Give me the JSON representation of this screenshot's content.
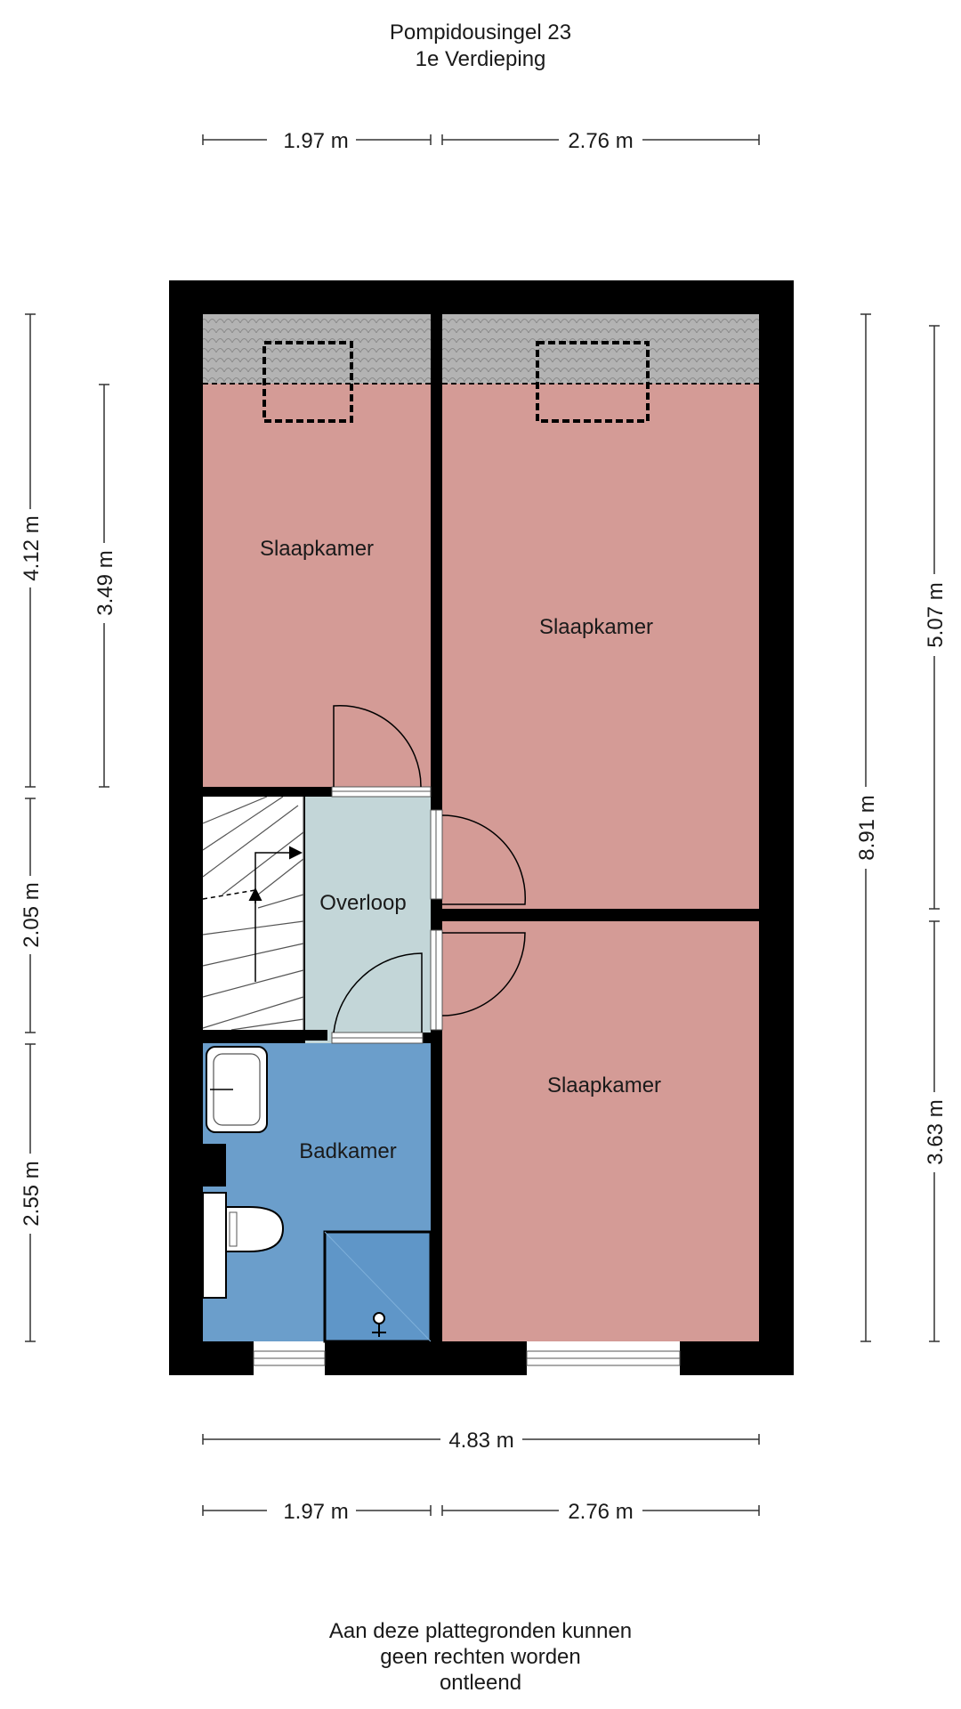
{
  "header": {
    "address": "Pompidousingel 23",
    "floor": "1e Verdieping"
  },
  "rooms": {
    "bedroom_1": "Slaapkamer",
    "bedroom_2": "Slaapkamer",
    "bedroom_3": "Slaapkamer",
    "landing": "Overloop",
    "bathroom": "Badkamer"
  },
  "dimensions": {
    "top_left": "1.97 m",
    "top_right": "2.76 m",
    "bottom_total": "4.83 m",
    "bottom_left": "1.97 m",
    "bottom_right": "2.76 m",
    "left_outer_top": "4.12 m",
    "left_outer_mid": "2.05 m",
    "left_outer_bottom": "2.55 m",
    "left_inner": "3.49 m",
    "right_total": "8.91 m",
    "right_outer_top": "5.07 m",
    "right_outer_bottom": "3.63 m"
  },
  "disclaimer": {
    "line1": "Aan deze plattegronden kunnen",
    "line2": "geen rechten worden",
    "line3": "ontleend"
  },
  "colors": {
    "wall": "#000000",
    "bedroom": "#d49b96",
    "landing": "#c3d6d8",
    "bathroom": "#6b9ecb",
    "stairs": "#ffffff",
    "roof_tiles": "#b3b3b3"
  }
}
